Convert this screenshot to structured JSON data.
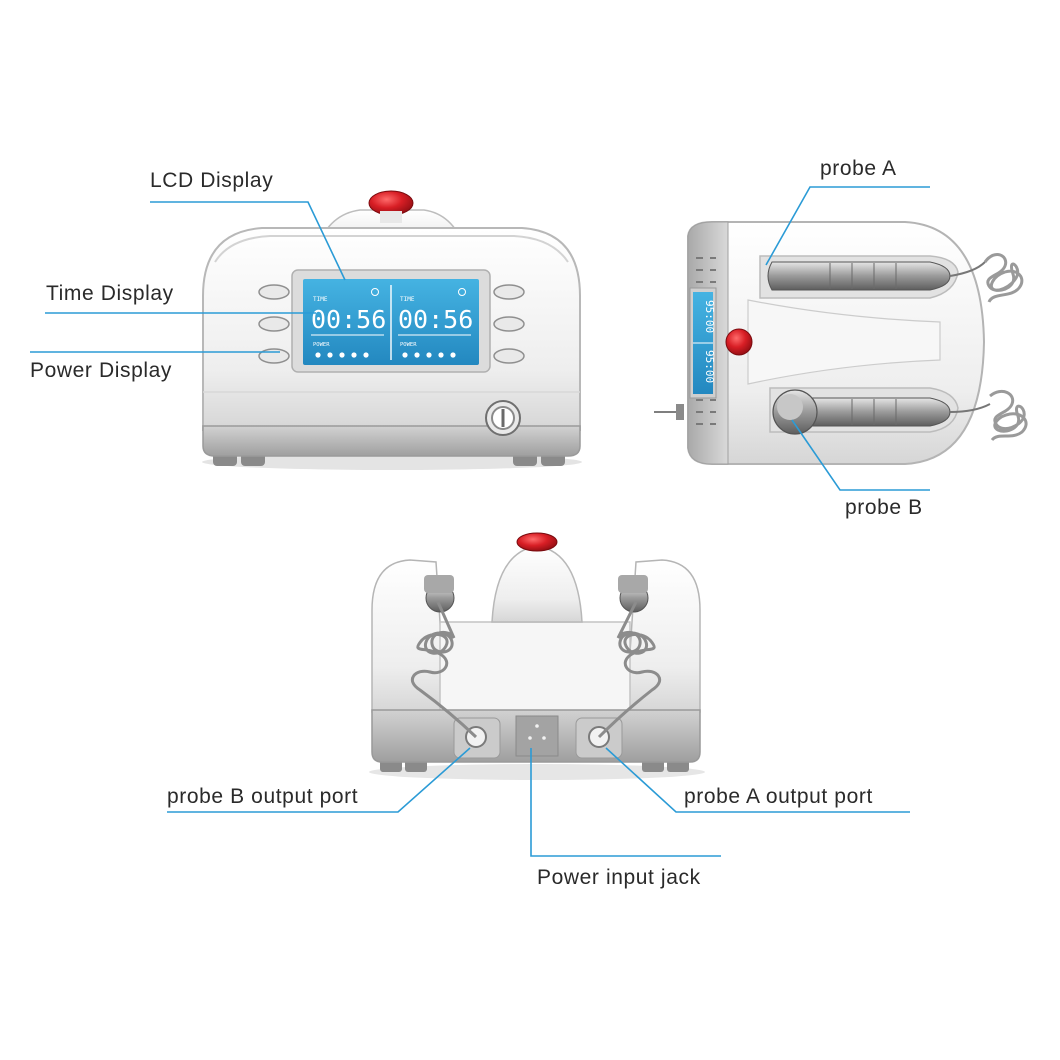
{
  "labels": {
    "lcd_display": "LCD Display",
    "time_display": "Time Display",
    "power_display": "Power Display",
    "probe_a": "probe A",
    "probe_b": "probe B",
    "probe_b_output_port": "probe B output port",
    "probe_a_output_port": "probe A output port",
    "power_input_jack": "Power input jack"
  },
  "lcd": {
    "left_time": "00:56",
    "right_time": "00:56",
    "time_caption": "TIME",
    "power_caption": "POWER",
    "side_time_top": "95:00",
    "side_time_bottom": "95:00"
  },
  "colors": {
    "leader_line": "#2b9bd6",
    "lcd_screen": "#2e9fd2",
    "emitter_red": "#d81e25",
    "body_white": "#f4f4f4",
    "body_grey": "#b9b9b9"
  }
}
